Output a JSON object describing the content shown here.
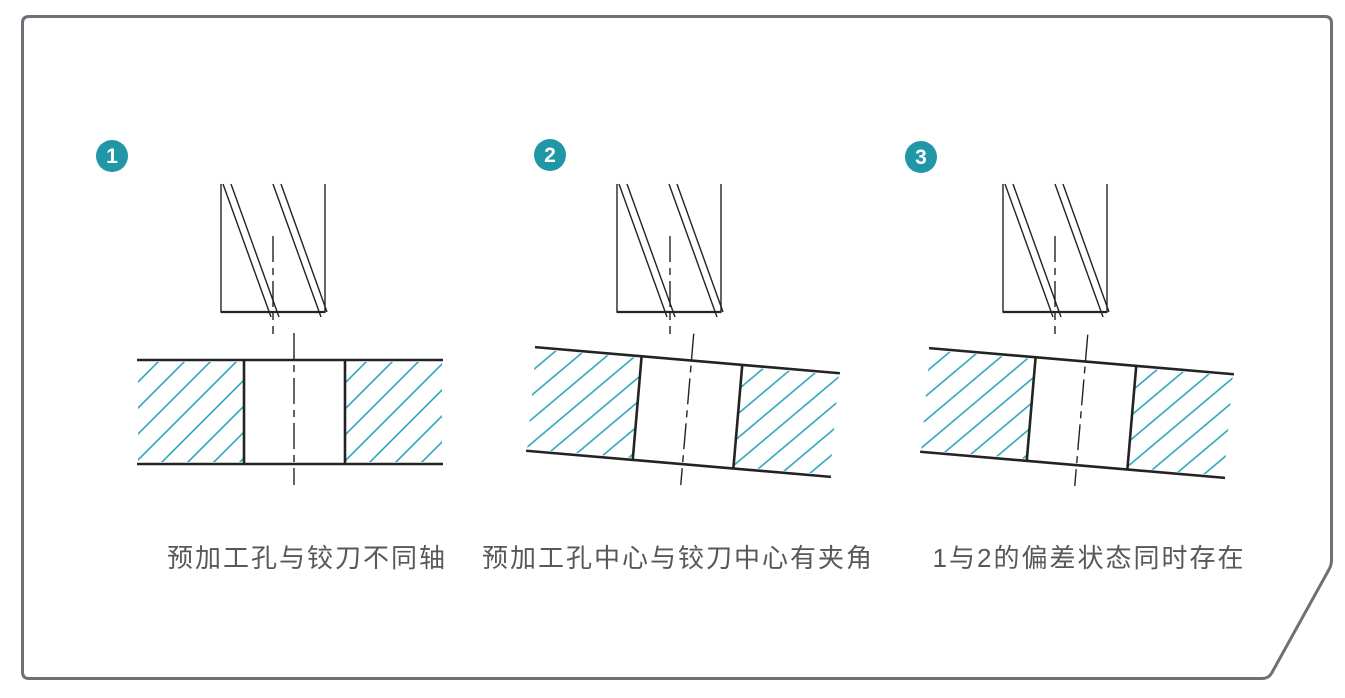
{
  "page": {
    "background": "#ffffff",
    "description_note": ""
  },
  "colors": {
    "badge_teal": "#2196a7",
    "hatch_teal": "#2ea4ba",
    "line_dark": "#232323",
    "border_gray": "#6d7077",
    "caption_gray": "#595757",
    "page_bg": "#ffffff"
  },
  "panels": [
    {
      "badge": "1",
      "caption": "预加工孔与铰刀不同轴"
    },
    {
      "badge": "2",
      "caption": "预加工孔中心与铰刀中心有夹角"
    },
    {
      "badge": "3",
      "caption": "1与2的偏差状态同时存在"
    }
  ]
}
